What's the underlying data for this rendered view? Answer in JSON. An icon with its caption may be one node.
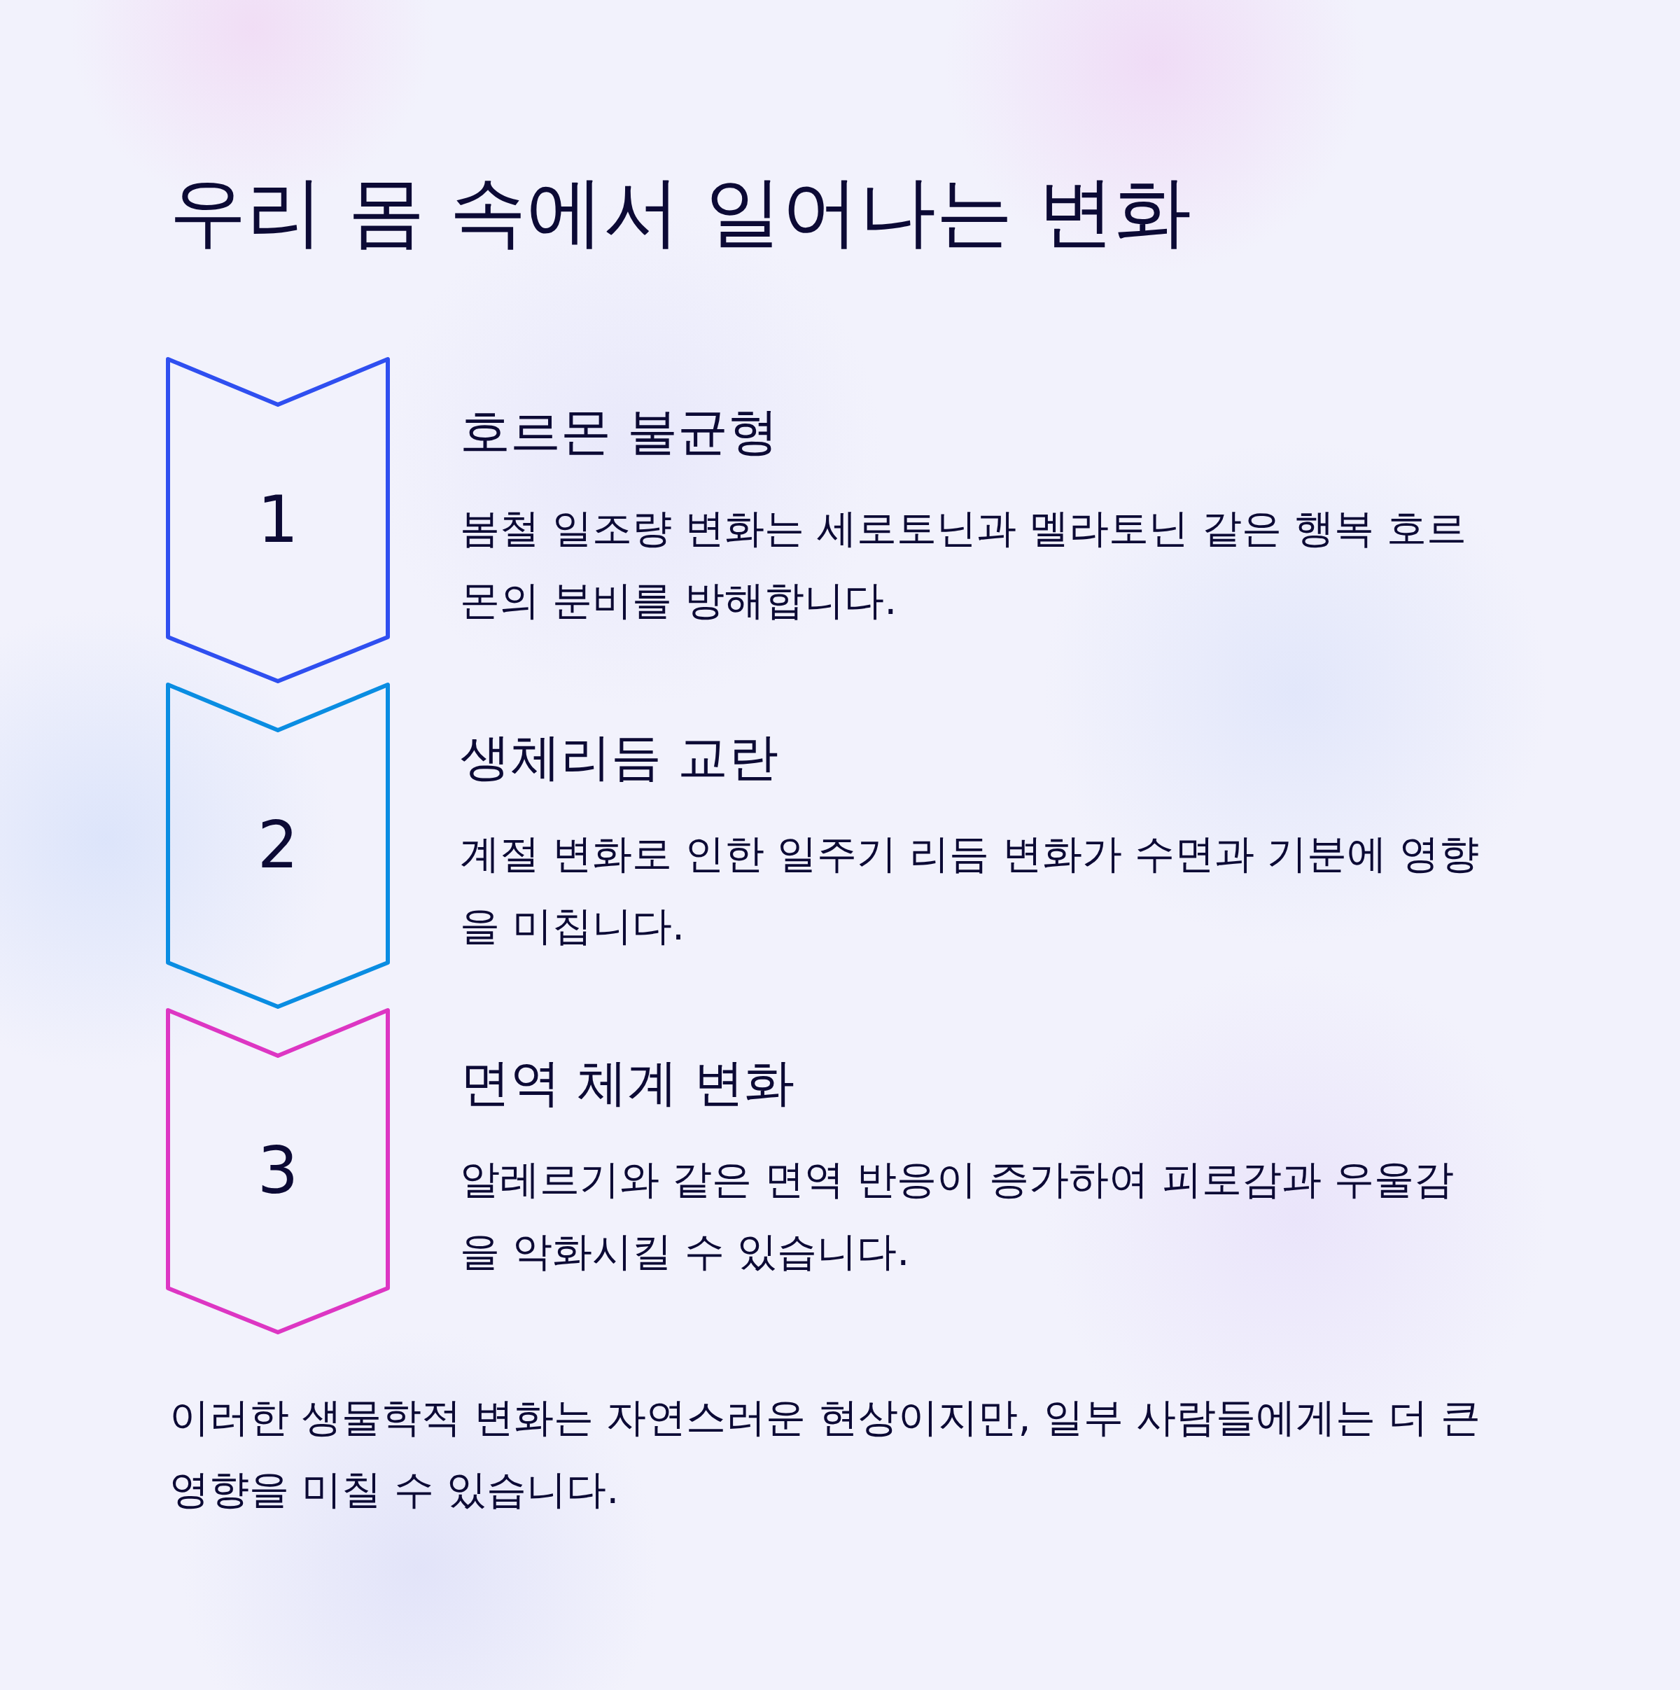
{
  "diagram": {
    "title": "우리 몸 속에서 일어나는 변화",
    "nodes": [
      {
        "text": [
          "1"
        ],
        "beside": [
          "호르몬 불균형",
          "봄철 일조량 변화는 세로토닌과 멜라토닌 같은 행복 호르몬의 분비를 방해합니다."
        ]
      },
      {
        "text": [
          "2"
        ],
        "beside": [
          "생체리듬 교란",
          "계절 변화로 인한 일주기 리듬 변화가 수면과 기분에 영향을 미칩니다."
        ]
      },
      {
        "text": [
          "3"
        ],
        "beside": [
          "면역 체계 변화",
          "알레르기와 같은 면역 반응이 증가하여 피로감과 우울감을 악화시킬 수 있습니다."
        ]
      }
    ],
    "labels": [
      "이러한 생물학적 변화는 자연스러운 현상이지만, 일부 사람들에게는 더 큰 영향을 미칠 수 있습니다."
    ]
  }
}
